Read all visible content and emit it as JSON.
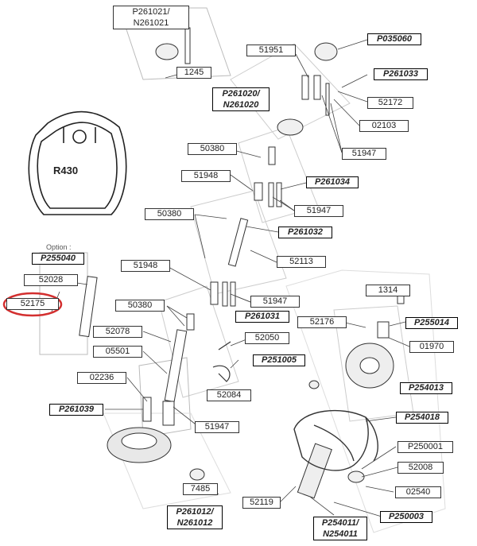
{
  "profile_label": "R430",
  "option_label": "Option :",
  "highlight_color": "#d32f2f",
  "labels": {
    "p261021": "P261021/\nN261021",
    "l1245": "1245",
    "l51951": "51951",
    "p035060": "P035060",
    "p261033": "P261033",
    "p261020": "P261020/\nN261020",
    "l52172": "52172",
    "l02103": "02103",
    "l50380a": "50380",
    "l51947a": "51947",
    "l51948a": "51948",
    "p261034": "P261034",
    "l51947b": "51947",
    "l50380b": "50380",
    "p261032": "P261032",
    "p255040": "P255040",
    "l52113": "52113",
    "l52028": "52028",
    "l51948b": "51948",
    "l52175": "52175",
    "l51947c": "51947",
    "l1314": "1314",
    "l50380c": "50380",
    "p261031": "P261031",
    "l52176": "52176",
    "p255014": "P255014",
    "l52078": "52078",
    "l52050": "52050",
    "l01970": "01970",
    "l05501": "05501",
    "p251005": "P251005",
    "p254013": "P254013",
    "l02236": "02236",
    "l52084": "52084",
    "p261039": "P261039",
    "p254018": "P254018",
    "l51947d": "51947",
    "p250001": "P250001",
    "l52008": "52008",
    "l7485": "7485",
    "l02540": "02540",
    "l52119": "52119",
    "p250003": "P250003",
    "p261012": "P261012/\nN261012",
    "p254011": "P254011/\nN254011"
  }
}
